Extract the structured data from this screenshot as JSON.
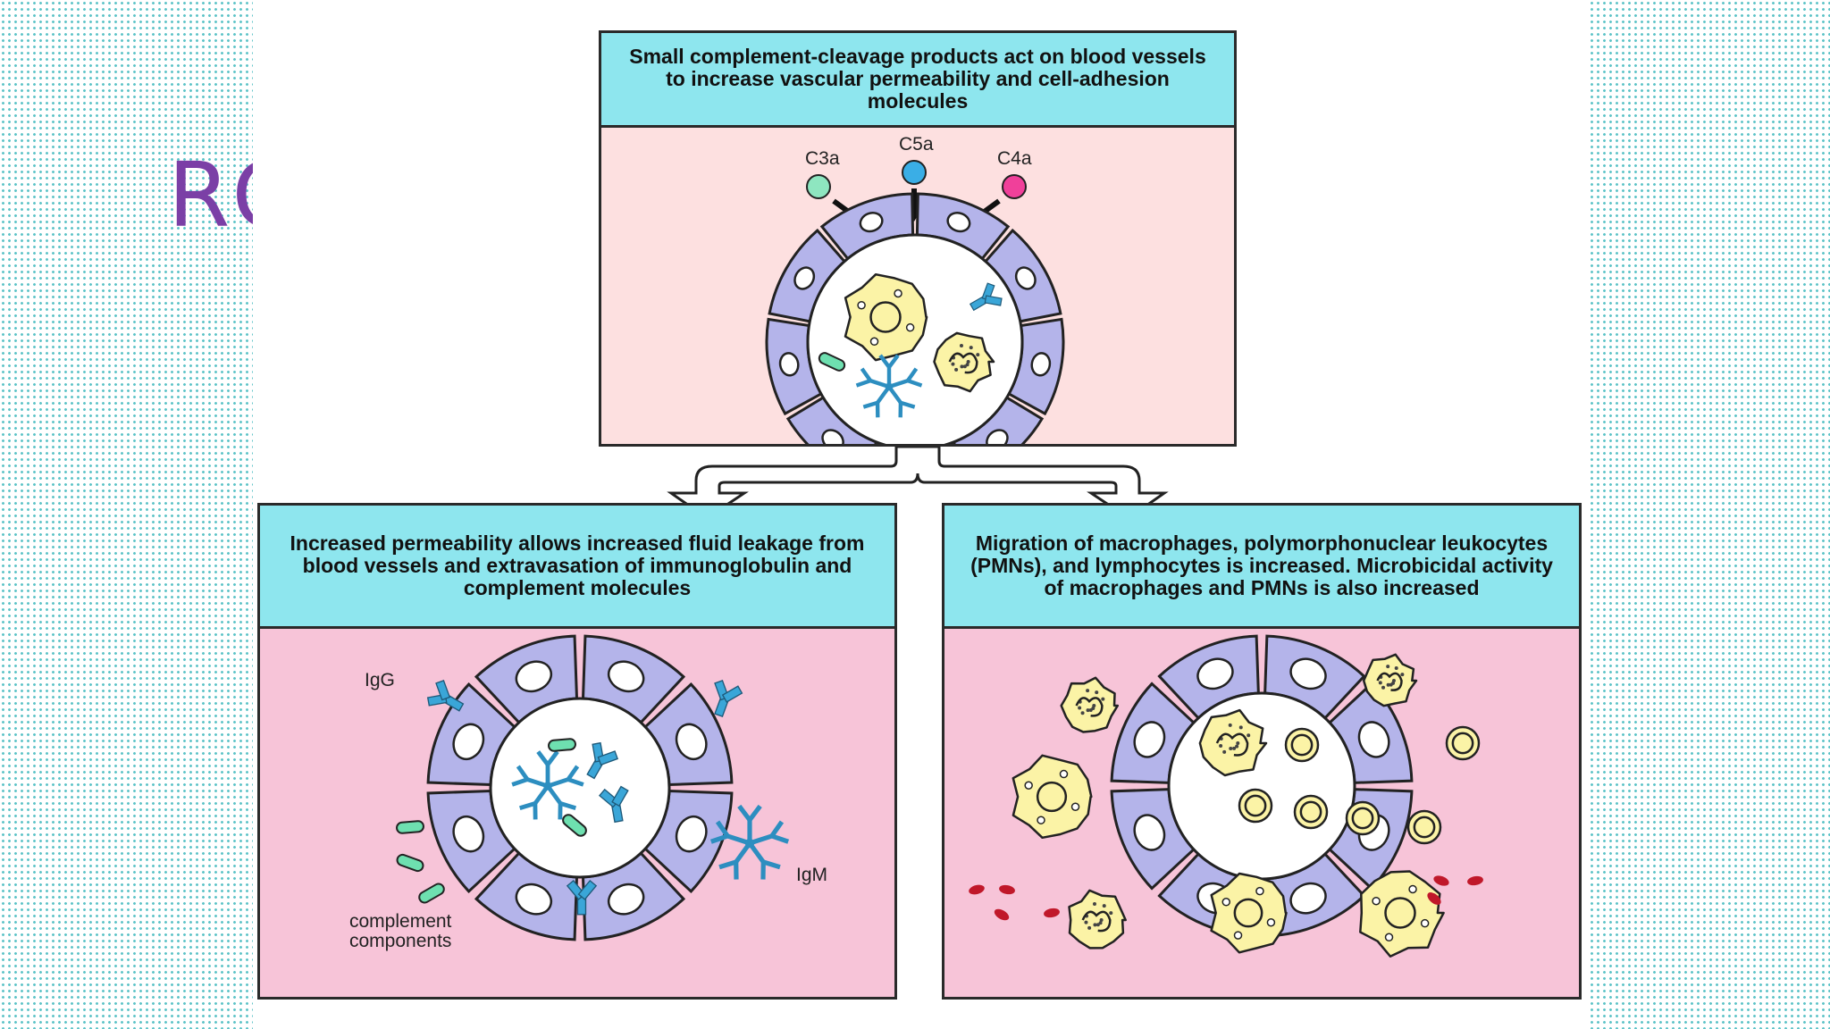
{
  "slide": {
    "title": "RO"
  },
  "top_box": {
    "heading": "Small complement-cleavage products act on blood vessels to increase vascular permeability and cell-adhesion molecules",
    "labels": {
      "c3a": "C3a",
      "c5a": "C5a",
      "c4a": "C4a"
    }
  },
  "left_box": {
    "heading": "Increased permeability allows increased fluid leakage from blood vessels and extravasation of immunoglobulin and complement molecules",
    "labels": {
      "igg": "IgG",
      "igm": "IgM",
      "complement_1": "complement",
      "complement_2": "components"
    }
  },
  "right_box": {
    "heading": "Migration of macrophages, polymorphonuclear leukocytes (PMNs), and lymphocytes is increased. Microbicidal activity of macrophages and PMNs is also increased"
  },
  "colors": {
    "header_cyan": "#8ee6ee",
    "top_body": "#fde0e0",
    "lower_body": "#f7c4d8",
    "vessel_wall": "#b4b4ea",
    "cell_yellow": "#fbf3a6",
    "antibody_blue": "#3aa6d8",
    "complement_green": "#6ee0b0",
    "slide_title": "#7b3fa6"
  }
}
